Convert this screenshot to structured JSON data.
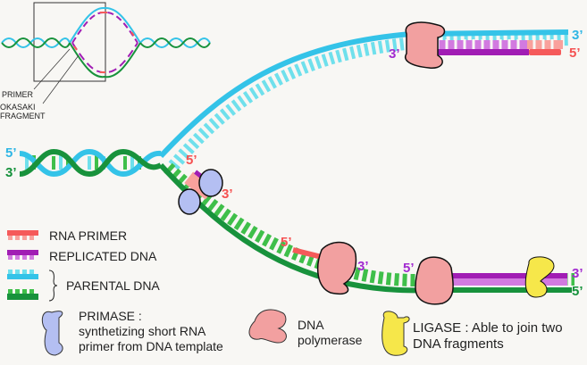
{
  "colors": {
    "parental_blue": "#34c3e8",
    "parental_blue_light": "#6fe0ec",
    "parental_green": "#18923c",
    "parental_green_light": "#3fbf4a",
    "rna_primer": "#f55a5a",
    "rna_primer_light": "#f9a19c",
    "replicated": "#a11db4",
    "replicated_light": "#d27ae0",
    "primase": "#b4bff2",
    "polymerase": "#f2a0a0",
    "ligase": "#f6e74a",
    "label_blue": "#2fb6e5",
    "label_green": "#14913a",
    "label_red": "#f55252",
    "label_purple": "#a22bd0",
    "background": "#f8f7f4"
  },
  "inset": {
    "primer_label": "PRIMER",
    "okazaki_label_line1": "OKASAKI",
    "okazaki_label_line2": "FRAGMENT"
  },
  "ends": {
    "parent_left_top": "5’",
    "parent_left_bottom": "3’",
    "leading_top_right_parental": "3’",
    "leading_top_right_primer": "5’",
    "leading_top_left_replicated": "3’",
    "fork_primase_top": "5’",
    "fork_primase_bottom": "3’",
    "lagging_frag1_primer": "5’",
    "lagging_frag1_end": "3’",
    "lagging_frag2_start": "5’",
    "lagging_right_replicated": "3’",
    "lagging_right_parental": "5’"
  },
  "legend": {
    "items": [
      {
        "label": "RNA PRIMER",
        "key": "rna_primer"
      },
      {
        "label": "REPLICATED DNA",
        "key": "replicated"
      },
      {
        "label": "PARENTAL DNA",
        "key": "parental"
      }
    ]
  },
  "enzymes": {
    "primase": {
      "title": "PRIMASE :",
      "line1": "synthetizing short RNA",
      "line2": "primer from DNA template"
    },
    "polymerase": {
      "line1": "DNA",
      "line2": "polymerase"
    },
    "ligase": {
      "line1": "LIGASE : Able to join two",
      "line2": "DNA fragments"
    }
  }
}
